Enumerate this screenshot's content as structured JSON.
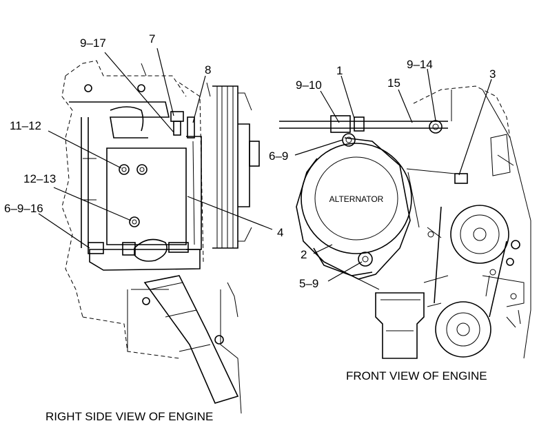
{
  "captions": {
    "right_side": "RIGHT SIDE VIEW OF ENGINE",
    "front": "FRONT VIEW OF ENGINE"
  },
  "alternator_label": "ALTERNATOR",
  "callouts": {
    "c9_17": "9–17",
    "c7": "7",
    "c8": "8",
    "c11_12": "11–12",
    "c12_13": "12–13",
    "c6_9_16": "6–9–16",
    "c4": "4",
    "c9_10": "9–10",
    "c1": "1",
    "c15": "15",
    "c9_14": "9–14",
    "c3": "3",
    "c6_9": "6–9",
    "c2": "2",
    "c5_9": "5–9"
  }
}
